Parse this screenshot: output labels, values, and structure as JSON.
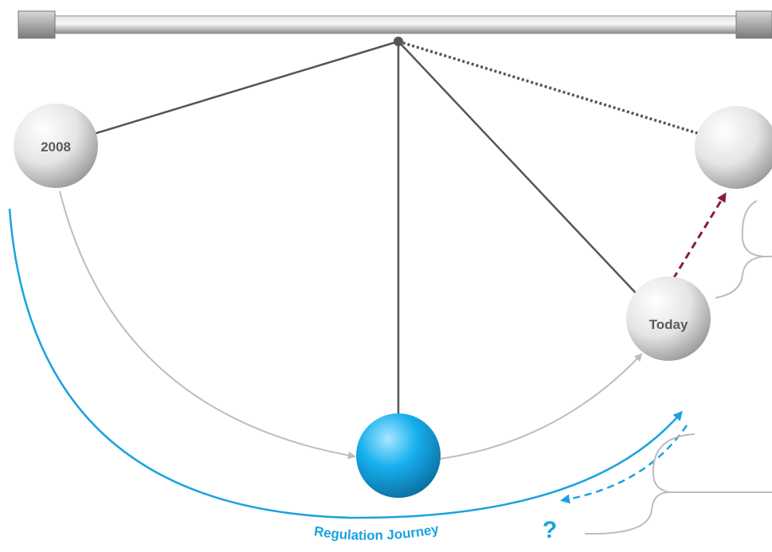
{
  "diagram": {
    "balls": [
      {
        "id": "ball-2008",
        "label": "2008"
      },
      {
        "id": "ball-center",
        "label": ""
      },
      {
        "id": "ball-today",
        "label": "Today"
      },
      {
        "id": "ball-future",
        "label": ""
      }
    ],
    "journey_label": "Regulation Journey",
    "question_mark": "?",
    "colors": {
      "accent_blue": "#1aa3de",
      "future_arrow": "#8b1a3a",
      "string": "#555555",
      "path_gray": "#bdbdbd",
      "bar_gray": "#a8a8a8"
    }
  }
}
